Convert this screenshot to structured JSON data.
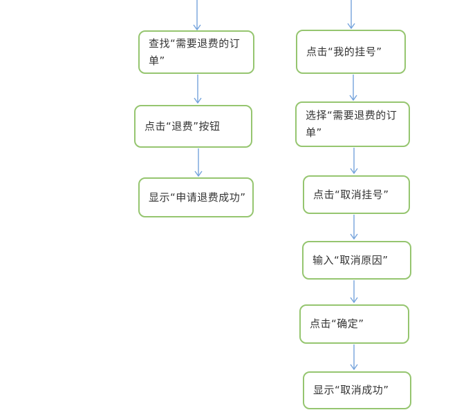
{
  "diagram": {
    "description": "flowchart-refund-and-cancel-registration",
    "colors": {
      "box_border": "#95c56f",
      "arrow": "#74a3dc",
      "text": "#333333",
      "background": "#ffffff"
    },
    "left_flow": {
      "nodes": [
        {
          "label": "查找“需要退费的订单”"
        },
        {
          "label": "点击“退费”按钮"
        },
        {
          "label": "显示“申请退费成功”"
        }
      ]
    },
    "right_flow": {
      "nodes": [
        {
          "label": "点击“我的挂号”"
        },
        {
          "label": "选择“需要退费的订单”"
        },
        {
          "label": "点击“取消挂号”"
        },
        {
          "label": "输入“取消原因”"
        },
        {
          "label": "点击“确定”"
        },
        {
          "label": "显示“取消成功”"
        }
      ]
    }
  }
}
